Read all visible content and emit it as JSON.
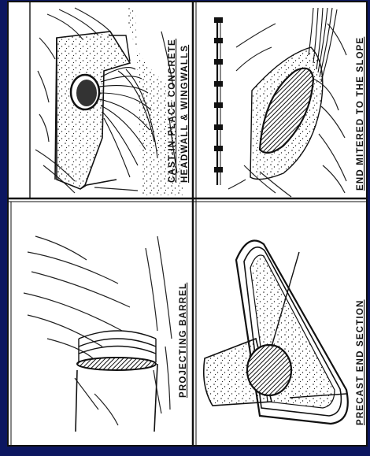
{
  "panels": {
    "top_left": {
      "line1": "CAST-IN-PLACE CONCRETE",
      "line2": "HEADWALL & WINGWALLS"
    },
    "top_right": {
      "label": "END MITERED TO THE SLOPE"
    },
    "bottom_left": {
      "label": "PROJECTING BARREL"
    },
    "bottom_right": {
      "label": "PRECAST END SECTION"
    }
  },
  "colors": {
    "background": "#0c1660",
    "paper": "#ffffff",
    "ink": "#111111"
  }
}
